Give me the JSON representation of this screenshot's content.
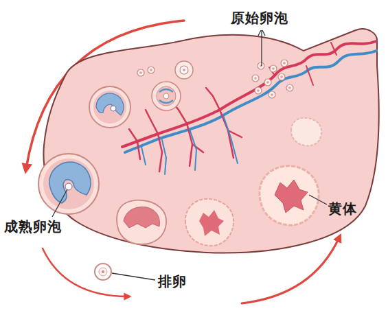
{
  "diagram": {
    "labels": [
      "原始卵泡",
      "黄体",
      "成熟卵泡",
      "排卵"
    ]
  }
}
